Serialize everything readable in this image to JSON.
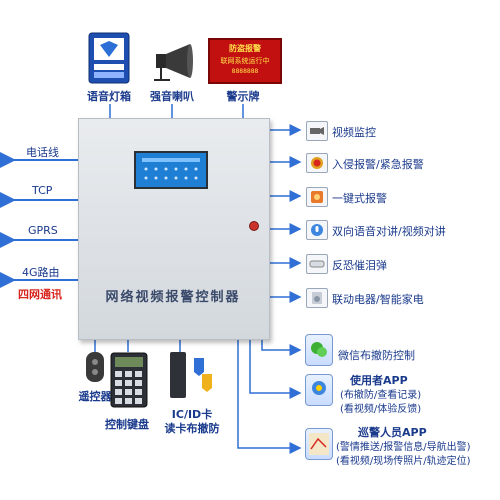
{
  "top_devices": [
    {
      "label": "语音灯箱"
    },
    {
      "label": "强音喇叭"
    },
    {
      "label": "警示牌",
      "sign_line1": "防盗报警",
      "sign_line2": "联网系统运行中",
      "sign_line3": "8888888"
    }
  ],
  "left_outputs": [
    {
      "label": "电话线"
    },
    {
      "label": "TCP"
    },
    {
      "label": "GPRS"
    },
    {
      "label": "4G路由"
    }
  ],
  "left_extra_label": "四网通讯",
  "panel": {
    "title": "网络视频报警控制器"
  },
  "right_features": [
    {
      "label": "视频监控",
      "icon": "camera-icon"
    },
    {
      "label": "入侵报警/紧急报警",
      "icon": "alarm-button-icon"
    },
    {
      "label": "一键式报警",
      "icon": "one-key-icon"
    },
    {
      "label": "双向语音对讲/视频对讲",
      "icon": "intercom-icon"
    },
    {
      "label": "反恐催泪弹",
      "icon": "tear-gas-icon"
    },
    {
      "label": "联动电器/智能家电",
      "icon": "appliance-icon"
    }
  ],
  "apps": [
    {
      "lines": [
        "微信布撤防控制"
      ],
      "icon": "wechat-icon"
    },
    {
      "lines": [
        "使用者APP",
        "(布撤防/查看记录)",
        "(看视频/体验反馈)"
      ],
      "icon": "user-app-icon"
    },
    {
      "lines": [
        "巡警人员APP",
        "(警情推送/报警信息/导航出警)",
        "(看视频/现场传照片/轨迹定位)"
      ],
      "icon": "patrol-app-icon"
    }
  ],
  "bottom_devices": [
    {
      "label": "遥控器"
    },
    {
      "label": "控制键盘"
    },
    {
      "label": "IC/ID卡",
      "label2": "读卡布撤防"
    }
  ],
  "colors": {
    "accent_blue": "#1a3a8c",
    "arrow_blue": "#2f6fd6",
    "red": "#d8261e",
    "screen_blue": "#1e7fd4"
  }
}
